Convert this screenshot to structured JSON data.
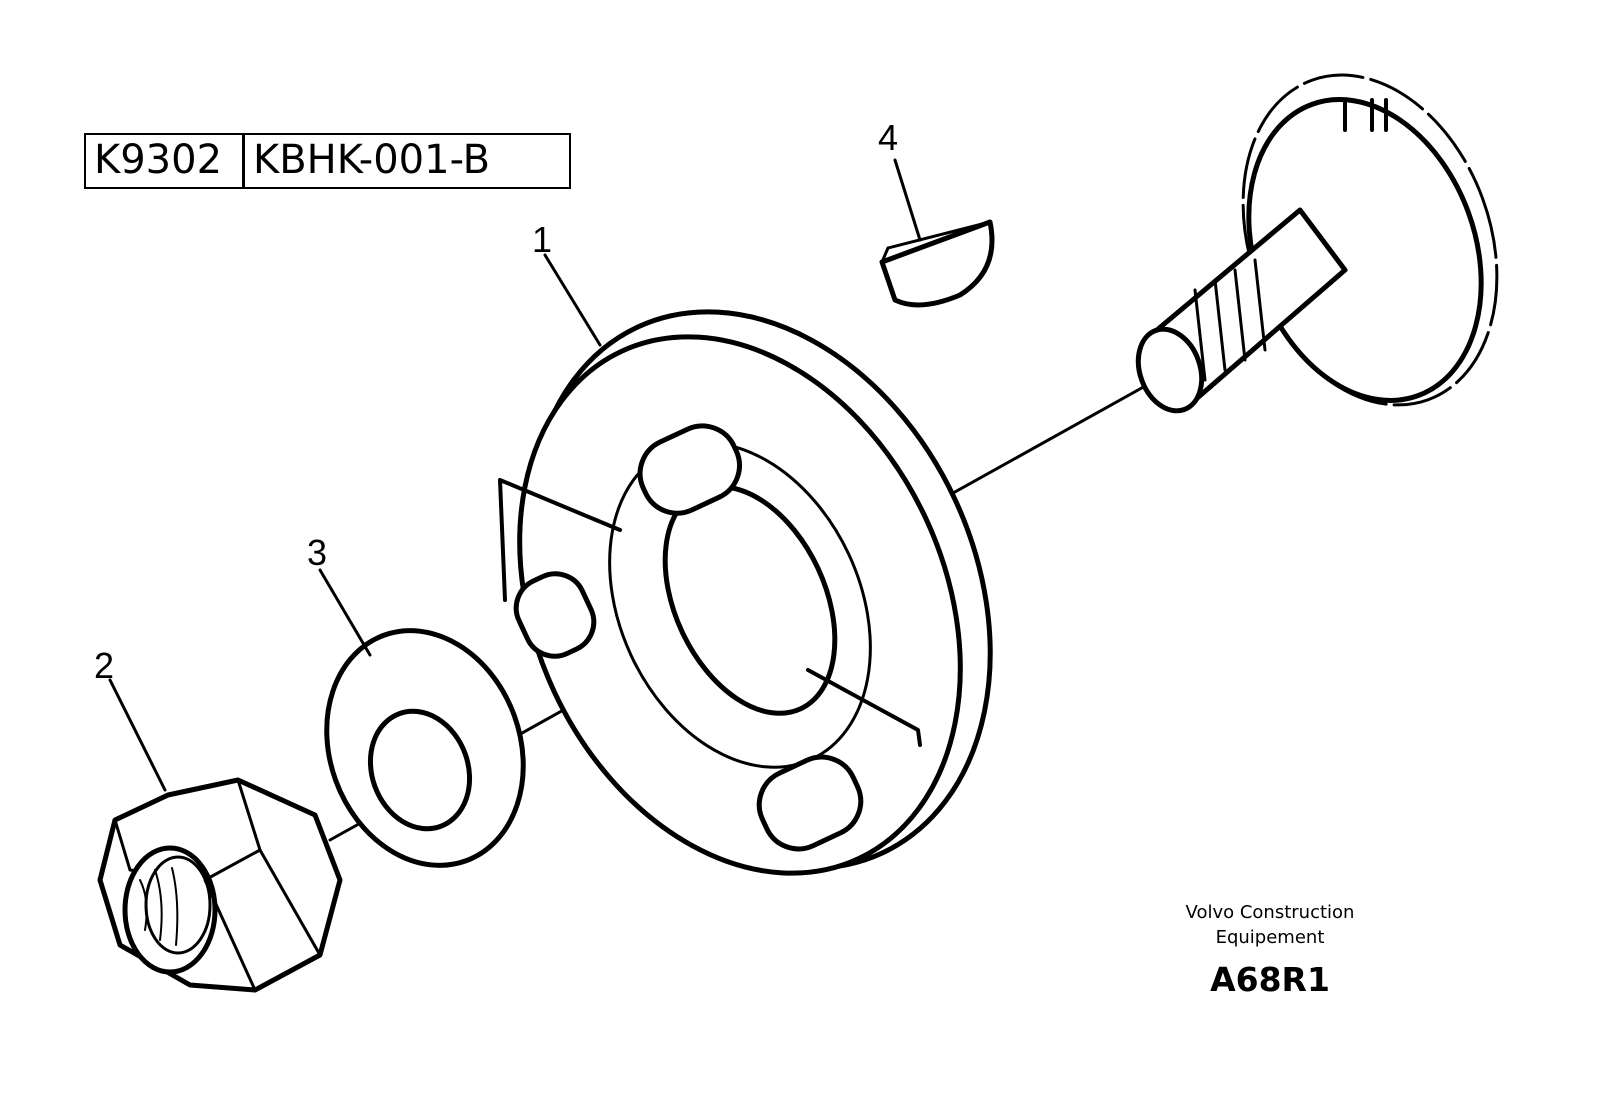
{
  "header_codes": {
    "code1": "K9302",
    "code2": "KBHK-001-B"
  },
  "callouts": [
    "1",
    "2",
    "3",
    "4"
  ],
  "footer": {
    "company_line1": "Volvo Construction",
    "company_line2": "Equipement",
    "figure_id": "A68R1"
  }
}
